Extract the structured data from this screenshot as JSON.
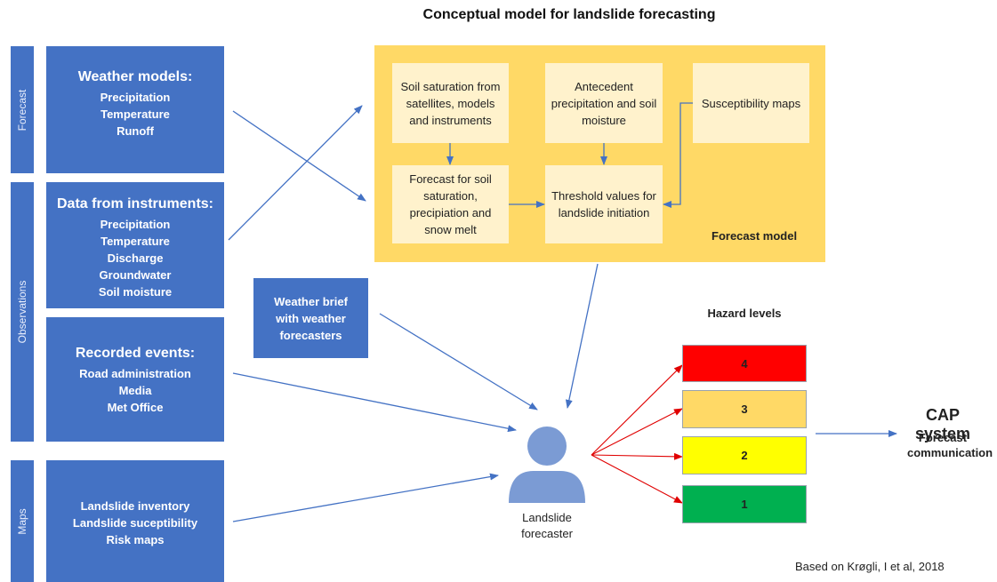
{
  "title": "Conceptual model for landslide forecasting",
  "sidebar": {
    "forecast": "Forecast",
    "observations": "Observations",
    "maps": "Maps"
  },
  "inputs": {
    "weather_models": {
      "heading": "Weather models:",
      "items": [
        "Precipitation",
        "Temperature",
        "Runoff"
      ]
    },
    "instruments": {
      "heading": "Data from instruments:",
      "items": [
        "Precipitation",
        "Temperature",
        "Discharge",
        "Groundwater",
        "Soil moisture"
      ]
    },
    "recorded_events": {
      "heading": "Recorded events:",
      "items": [
        "Road administration",
        "Media",
        "Met Office"
      ]
    },
    "maps": {
      "items": [
        "Landslide inventory",
        "Landslide suceptibility",
        "Risk maps"
      ]
    }
  },
  "weather_brief": "Weather brief with weather forecasters",
  "forecast_model": {
    "label": "Forecast model",
    "boxes": {
      "soil_saturation": "Soil saturation from satellites, models and instruments",
      "antecedent": "Antecedent precipitation and soil moisture",
      "susceptibility": "Susceptibility maps",
      "forecast_soil": "Forecast for soil saturation, precipiation and snow melt",
      "threshold": "Threshold values for landslide initiation"
    }
  },
  "forecaster_label": "Landslide forecaster",
  "hazard": {
    "heading": "Hazard levels",
    "levels": [
      {
        "label": "4",
        "color": "#ff0000"
      },
      {
        "label": "3",
        "color": "#ffd966"
      },
      {
        "label": "2",
        "color": "#ffff00"
      },
      {
        "label": "1",
        "color": "#00b050"
      }
    ]
  },
  "cap": {
    "title": "CAP system",
    "subtitle": "Forecast communication"
  },
  "source": "Based on  Krøgli, I et al, 2018",
  "colors": {
    "blue": "#4472c4",
    "yellow": "#ffd966",
    "light_yellow": "#fff2cc",
    "arrow_blue": "#4472c4",
    "arrow_red": "#e00000"
  }
}
